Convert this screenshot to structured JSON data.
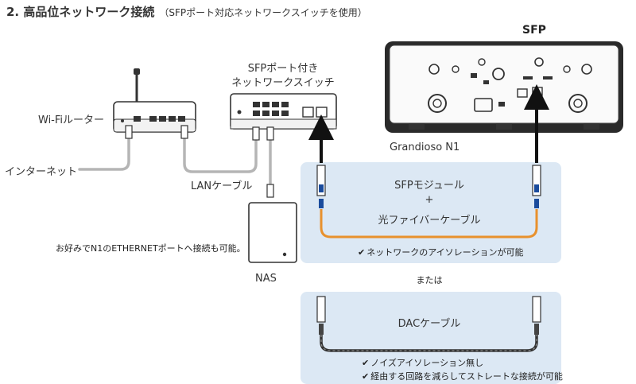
{
  "title": {
    "main": "2. 高品位ネットワーク接続",
    "sub": "（SFPポート対応ネットワークスイッチを使用）"
  },
  "labels": {
    "sfp_header": "SFP",
    "wifi_router": "Wi-Fiルーター",
    "switch_line1": "SFPポート付き",
    "switch_line2": "ネットワークスイッチ",
    "internet": "インターネット",
    "lan_cable": "LANケーブル",
    "nas": "NAS",
    "grandioso": "Grandioso N1",
    "ethernet_note": "お好みでN1のETHERNETポートへ接続も可能。"
  },
  "option_sfp": {
    "line1": "SFPモジュール",
    "plus": "+",
    "line2": "光ファイバーケーブル",
    "benefit": "ネットワークのアイソレーションが可能"
  },
  "or_text": "または",
  "option_dac": {
    "label": "DACケーブル",
    "benefits": [
      "ノイズアイソレーション無し",
      "経由する回路を減らしてストレートな接続が可能"
    ]
  },
  "check_mark": "✔",
  "colors": {
    "panel": "#dce8f4",
    "fiber": "#e8912d",
    "cable": "#b8b8b8",
    "device": "#222222"
  }
}
